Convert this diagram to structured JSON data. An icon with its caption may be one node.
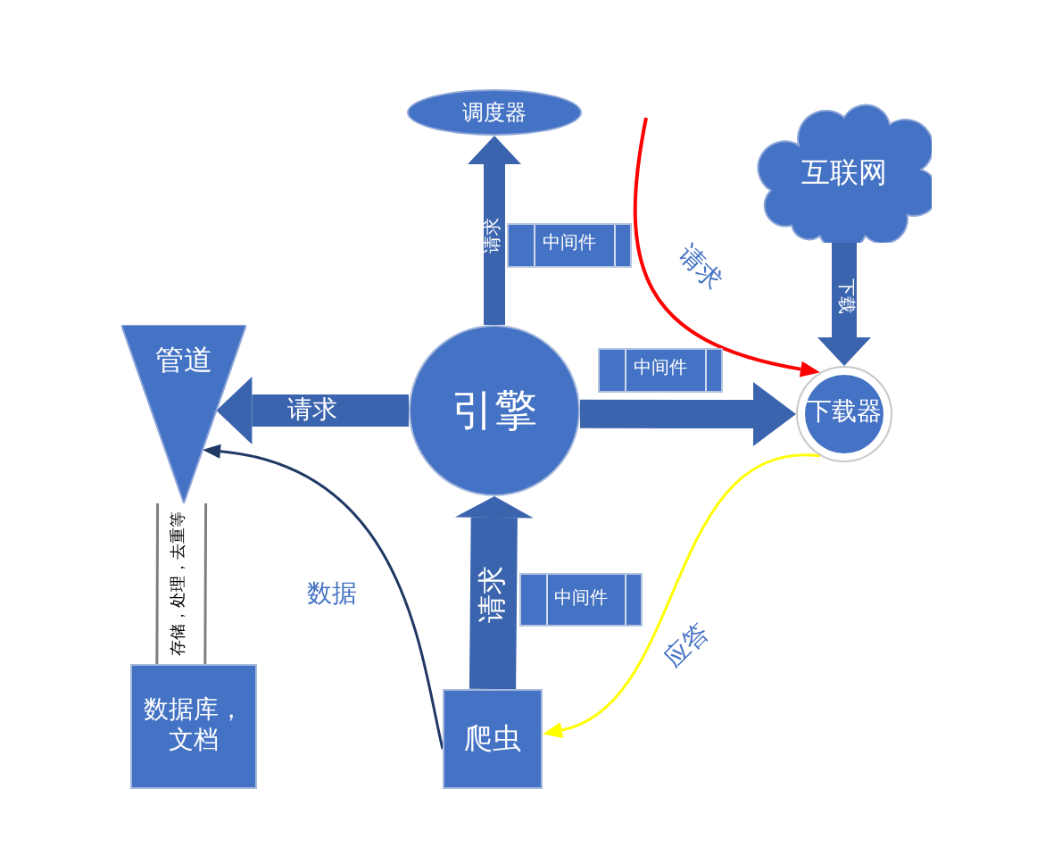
{
  "diagram": {
    "nodes": [
      {
        "text": [
          "调度器"
        ]
      },
      {
        "text": [
          "互联网"
        ]
      },
      {
        "text": [
          "中间件"
        ]
      },
      {
        "text": [
          "管道"
        ]
      },
      {
        "text": [
          "引擎"
        ]
      },
      {
        "text": [
          "中间件"
        ]
      },
      {
        "text": [
          "下载器"
        ]
      },
      {
        "text": [
          "中间件"
        ]
      },
      {
        "text": [
          "数据库，文档"
        ]
      },
      {
        "text": [
          "爬虫"
        ]
      }
    ],
    "edges": [
      {
        "from": 4,
        "to": 0,
        "arrow": "to",
        "label": "请求"
      },
      {
        "from": 4,
        "to": 3,
        "arrow": "to",
        "label": "请求"
      },
      {
        "from": 4,
        "to": 6,
        "arrow": "to"
      },
      {
        "from": 1,
        "to": 6,
        "arrow": "to",
        "label": "下载"
      },
      {
        "from": 9,
        "to": 4,
        "arrow": "to",
        "label": "请求",
        "style": "thick"
      },
      {
        "from": 3,
        "to": 8,
        "arrow": "none",
        "label": "存储，处理，去重等",
        "color": "#7f7f7f"
      },
      {
        "from": null,
        "to": 6,
        "arrow": "to",
        "label": "请求",
        "color": "#ff0000"
      },
      {
        "from": 6,
        "to": 9,
        "arrow": "to",
        "label": "应答",
        "color": "#ffff00"
      },
      {
        "from": 9,
        "to": 3,
        "arrow": "to",
        "label": "数据",
        "color": "#1f3864"
      }
    ]
  }
}
